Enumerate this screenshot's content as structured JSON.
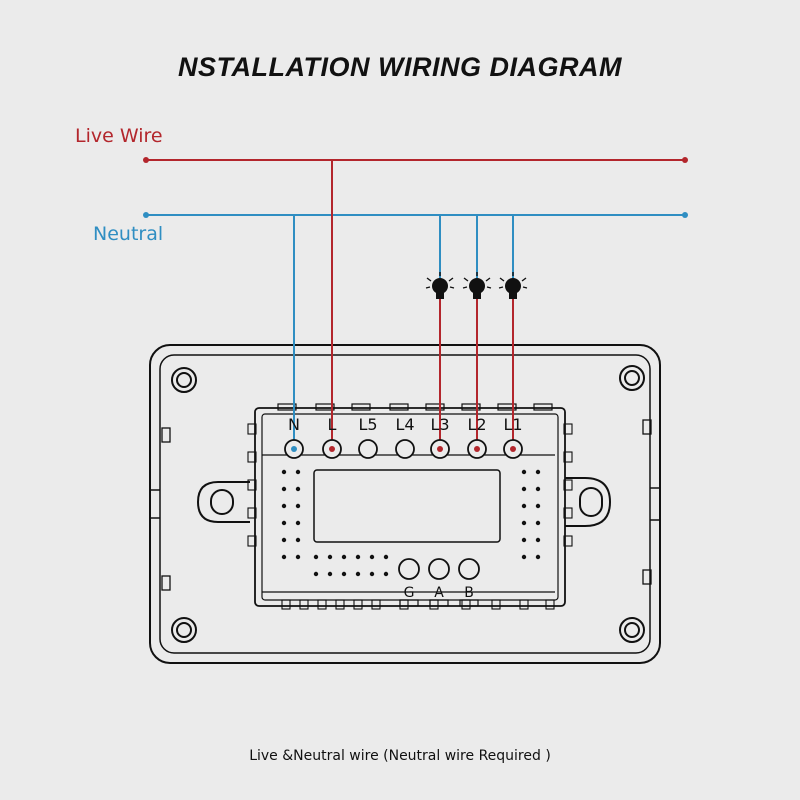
{
  "title": "NSTALLATION WIRING DIAGRAM",
  "wires": {
    "live_label": "Live Wire",
    "neutral_label": "Neutral",
    "live_color": "#b3262c",
    "neutral_color": "#2f8ec2"
  },
  "terminals": [
    "N",
    "L",
    "L5",
    "L4",
    "L3",
    "L2",
    "L1"
  ],
  "bottom_terminals": [
    "G",
    "A",
    "B"
  ],
  "caption": "Live &Neutral wire (Neutral wire Required )",
  "icons": [
    "bulb-icon",
    "bulb-icon",
    "bulb-icon"
  ]
}
